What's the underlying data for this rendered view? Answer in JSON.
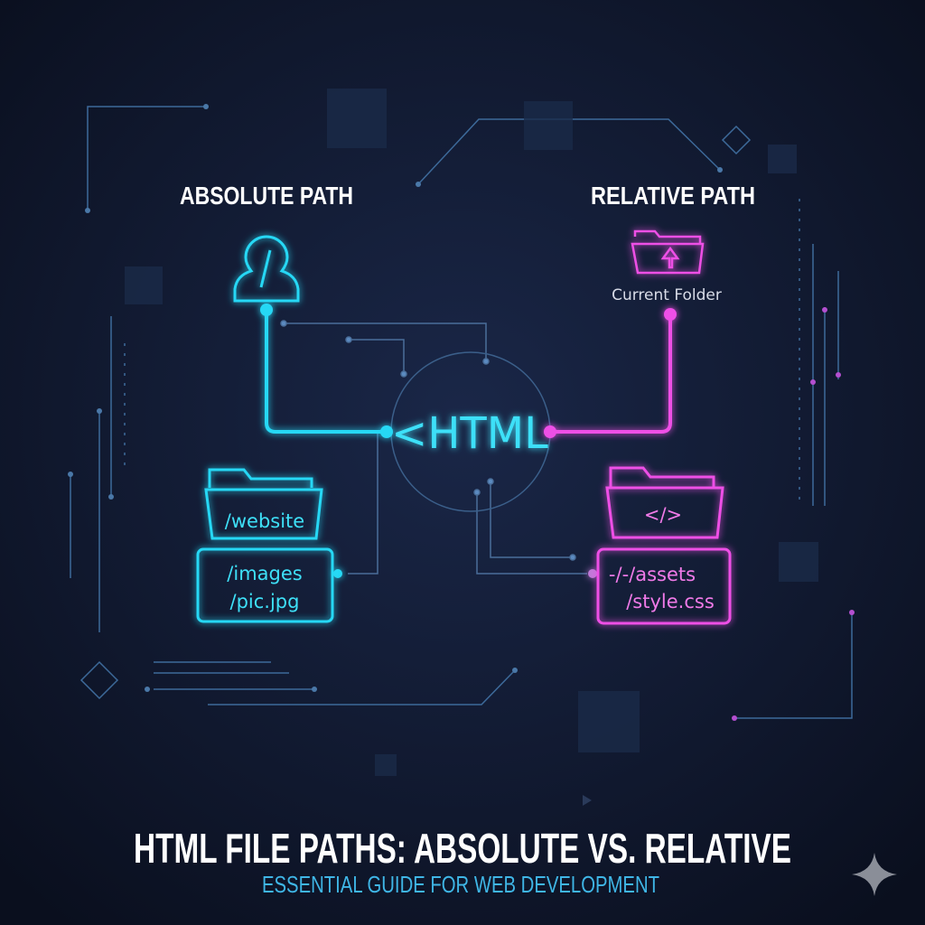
{
  "left": {
    "heading": "ABSOLUTE PATH",
    "root_icon": "user-root-slash-icon",
    "folder_label": "/website",
    "path_lines": [
      "/images",
      "/pic.jpg"
    ],
    "color": "#27d8f5"
  },
  "right": {
    "heading": "RELATIVE PATH",
    "folder_icon": "folder-upload-icon",
    "current_folder_label": "Current Folder",
    "folder_label": "</>",
    "path_lines": [
      "-/-/assets",
      "/style.css"
    ],
    "color": "#ee4fe6"
  },
  "center": {
    "label": "<HTML"
  },
  "footer": {
    "title": "HTML FILE PATHS: ABSOLUTE VS. RELATIVE",
    "subtitle": "ESSENTIAL GUIDE FOR WEB DEVELOPMENT",
    "subtitle_color": "#3fb6e6"
  }
}
